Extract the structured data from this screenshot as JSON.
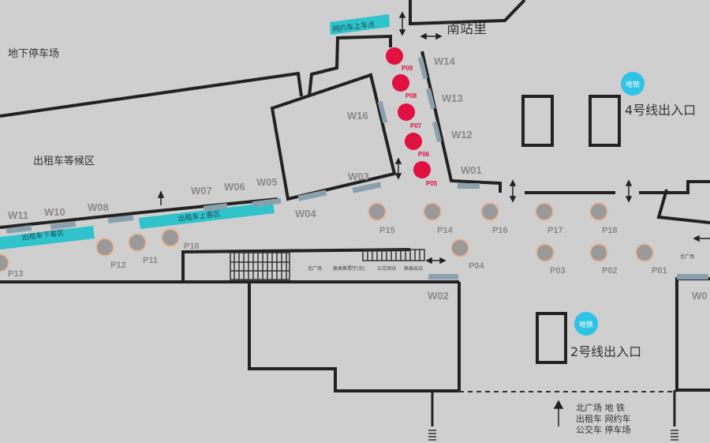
{
  "map": {
    "areas": {
      "underground_parking": "地下停车场",
      "taxi_waiting": "出租车等候区",
      "nanzhanli": "南站里",
      "line4": "4号线出入口",
      "line2": "2号线出入口",
      "ride_hailing_pickup": "网约车上车点",
      "taxi_pickup": "出租车上客区",
      "taxi_dropoff": "出租车下客区",
      "subway_badge": "地铁",
      "bottom_directory": {
        "row1": "北广场   地   铁",
        "row2": "出租车   网约车",
        "row3": "公交车   停车场"
      }
    },
    "small_signs": [
      "北广场",
      "换乘售票厅(北)",
      "公交场站",
      "换乘出站",
      "北广场"
    ],
    "gates_w": [
      "W14",
      "W13",
      "W12",
      "W16",
      "W01",
      "W03",
      "W04",
      "W05",
      "W06",
      "W07",
      "W08",
      "W10",
      "W11",
      "W02",
      "W0"
    ],
    "pillars_grey": [
      "P15",
      "P14",
      "P16",
      "P17",
      "P18",
      "P03",
      "P02",
      "P01",
      "P04",
      "P10",
      "P11",
      "P12",
      "P13"
    ],
    "pillars_red": [
      "P09",
      "P08",
      "P07",
      "P06",
      "P05"
    ],
    "colors": {
      "background": "#cfcfcf",
      "wall": "#222222",
      "red_pillar": "#e01040",
      "grey_pillar": "#9a9a9a",
      "pillar_ring": "#e8b99a",
      "zone_teal": "#2fc3cc",
      "gate": "#8aa0ad",
      "badge": "#2fc3e6",
      "label": "#8a8a8a"
    }
  }
}
